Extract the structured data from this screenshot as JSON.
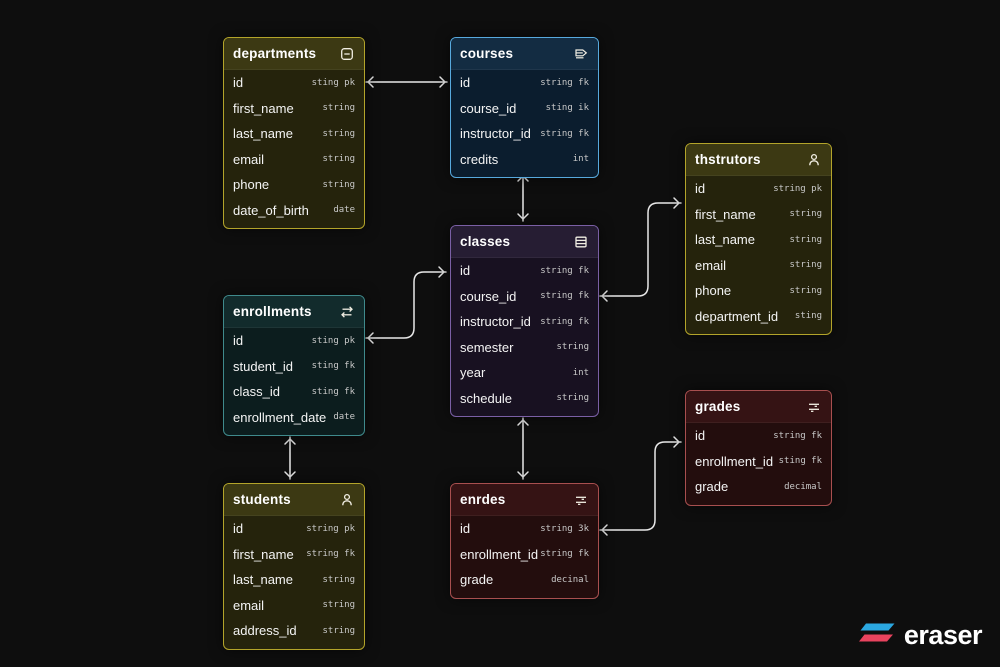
{
  "canvas": {
    "background": "#0e0e0e",
    "connector_color": "#e8e8e8"
  },
  "palette": {
    "olive": {
      "border": "#b3a42a",
      "header": "#3c3913",
      "body": "#25230c"
    },
    "blue": {
      "border": "#57a9dd",
      "header": "#132c42",
      "body": "#0b1d2e"
    },
    "purple": {
      "border": "#7a5fa5",
      "header": "#261d33",
      "body": "#181121"
    },
    "teal": {
      "border": "#3f8a8c",
      "header": "#122b2c",
      "body": "#0c1d1e"
    },
    "red": {
      "border": "#a84f4f",
      "header": "#351314",
      "body": "#230d0d"
    }
  },
  "tables": [
    {
      "title": "departments",
      "icon": "minus-square-icon",
      "theme": "olive",
      "fields": [
        {
          "name": "id",
          "type": "sting pk"
        },
        {
          "name": "first_name",
          "type": "string"
        },
        {
          "name": "last_name",
          "type": "string"
        },
        {
          "name": "email",
          "type": "string"
        },
        {
          "name": "phone",
          "type": "string"
        },
        {
          "name": "date_of_birth",
          "type": "date"
        }
      ]
    },
    {
      "title": "courses",
      "icon": "book-icon",
      "theme": "blue",
      "fields": [
        {
          "name": "id",
          "type": "string fk"
        },
        {
          "name": "course_id",
          "type": "sting ik"
        },
        {
          "name": "instructor_id",
          "type": "string fk"
        },
        {
          "name": "credits",
          "type": "int"
        }
      ]
    },
    {
      "title": "thstrutors",
      "icon": "person-icon",
      "theme": "olive",
      "fields": [
        {
          "name": "id",
          "type": "string pk"
        },
        {
          "name": "first_name",
          "type": "string"
        },
        {
          "name": "last_name",
          "type": "string"
        },
        {
          "name": "email",
          "type": "string"
        },
        {
          "name": "phone",
          "type": "string"
        },
        {
          "name": "department_id",
          "type": "sting"
        }
      ]
    },
    {
      "title": "classes",
      "icon": "table-icon",
      "theme": "purple",
      "fields": [
        {
          "name": "id",
          "type": "string fk"
        },
        {
          "name": "course_id",
          "type": "string fk"
        },
        {
          "name": "instructor_id",
          "type": "string fk"
        },
        {
          "name": "semester",
          "type": "string"
        },
        {
          "name": "year",
          "type": "int"
        },
        {
          "name": "schedule",
          "type": "string"
        }
      ]
    },
    {
      "title": "enrollments",
      "icon": "swap-arrows-icon",
      "theme": "teal",
      "fields": [
        {
          "name": "id",
          "type": "sting pk"
        },
        {
          "name": "student_id",
          "type": "sting fk"
        },
        {
          "name": "class_id",
          "type": "sting fk"
        },
        {
          "name": "enrollment_date",
          "type": "date"
        }
      ]
    },
    {
      "title": "grades",
      "icon": "sliders-icon",
      "theme": "red",
      "fields": [
        {
          "name": "id",
          "type": "string fk"
        },
        {
          "name": "enrollment_id",
          "type": "sting fk"
        },
        {
          "name": "grade",
          "type": "decimal"
        }
      ]
    },
    {
      "title": "students",
      "icon": "person-icon",
      "theme": "olive",
      "fields": [
        {
          "name": "id",
          "type": "string pk"
        },
        {
          "name": "first_name",
          "type": "string fk"
        },
        {
          "name": "last_name",
          "type": "string"
        },
        {
          "name": "email",
          "type": "string"
        },
        {
          "name": "address_id",
          "type": "string"
        }
      ]
    },
    {
      "title": "enrdes",
      "icon": "sliders-icon",
      "theme": "red",
      "fields": [
        {
          "name": "id",
          "type": "string 3k"
        },
        {
          "name": "enrollment_id",
          "type": "string fk"
        },
        {
          "name": "grade",
          "type": "decinal"
        }
      ]
    }
  ],
  "connections": [
    {
      "from": "departments.id",
      "to": "courses.id"
    },
    {
      "from": "courses",
      "to": "classes"
    },
    {
      "from": "enrollments.id",
      "to": "classes.id"
    },
    {
      "from": "classes.course_id",
      "to": "thstrutors.id"
    },
    {
      "from": "enrollments",
      "to": "students"
    },
    {
      "from": "classes",
      "to": "enrdes"
    },
    {
      "from": "enrdes.id",
      "to": "grades.id"
    }
  ],
  "watermark": {
    "brand": "eraser",
    "logo_top_color": "#2ba7e0",
    "logo_bottom_color": "#e8435e"
  }
}
